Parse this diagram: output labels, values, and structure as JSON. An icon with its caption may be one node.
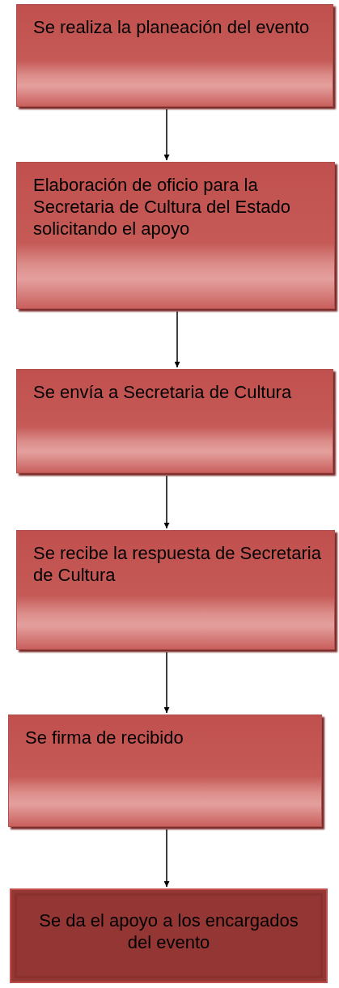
{
  "diagram": {
    "nodes": [
      {
        "text": [
          "Se realiza la planeación del evento"
        ]
      },
      {
        "text": [
          "Elaboración de  oficio para la Secretaria de Cultura del Estado solicitando el apoyo"
        ]
      },
      {
        "text": [
          "Se envía a Secretaria de Cultura"
        ]
      },
      {
        "text": [
          "Se recibe la respuesta de Secretaria de Cultura"
        ]
      },
      {
        "text": [
          "Se firma de recibido"
        ]
      },
      {
        "text": [
          "Se da el apoyo a los encargados del evento"
        ]
      }
    ],
    "edges": [
      {
        "from": 0,
        "to": 1,
        "arrow": "to"
      },
      {
        "from": 1,
        "to": 2,
        "arrow": "to"
      },
      {
        "from": 2,
        "to": 3,
        "arrow": "to"
      },
      {
        "from": 3,
        "to": 4,
        "arrow": "to"
      },
      {
        "from": 4,
        "to": 5,
        "arrow": "to"
      }
    ]
  }
}
